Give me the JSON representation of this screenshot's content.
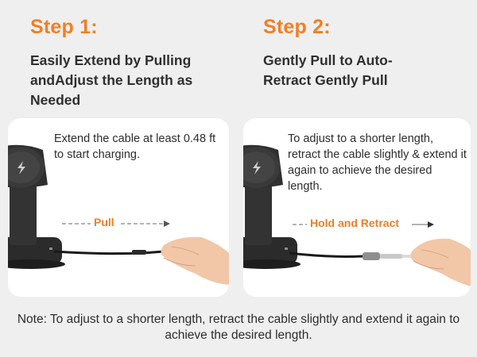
{
  "step1": {
    "title": "Step 1:",
    "subtitle": "Easily Extend by Pulling andAdjust the Length as Needed",
    "panel_text": "Extend the cable at least 0.48 ft to start charging.",
    "arrow_label": "Pull"
  },
  "step2": {
    "title": "Step 2:",
    "subtitle": "Gently Pull to Auto-Retract Gently Pull",
    "panel_text": "To adjust to a shorter length, retract the cable slightly & extend it again to achieve the desired length.",
    "arrow_label": "Hold and Retract"
  },
  "note": "Note: To adjust to a shorter length, retract the cable slightly and extend it again to achieve the desired length.",
  "colors": {
    "accent": "#f07f25",
    "background": "#efefef",
    "panel": "#ffffff",
    "device": "#2b2b2b"
  },
  "icons": [
    "wireless-charging-icon",
    "charger-stand-icon",
    "hand-icon",
    "arrow-right-icon"
  ]
}
